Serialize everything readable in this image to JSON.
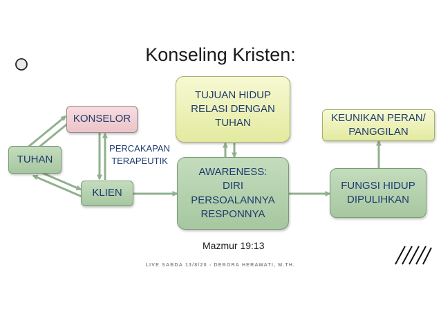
{
  "title": "Konseling Kristen:",
  "nodes": {
    "tuhan": "TUHAN",
    "konselor": "KONSELOR",
    "klien": "KLIEN",
    "tujuan": "TUJUAN HIDUP RELASI DENGAN TUHAN",
    "awareness": "AWARENESS: DIRI PERSOALANNYA RESPONNYA",
    "fungsi": "FUNGSI HIDUP DIPULIHKAN",
    "keunikan": "KEUNIKAN PERAN/ PANGGILAN"
  },
  "edge_label": "PERCAKAPAN TERAPEUTIK",
  "reference": "Mazmur 19:13",
  "footer": "LIVE SABDA 13/8/20 - DEBORA HERAWATI, M.TH.",
  "colors": {
    "node_green": "#b2d1ac",
    "node_yellow": "#eef2b8",
    "node_pink": "#f0ccd1",
    "arrow": "#8fb18c",
    "text": "#1f3a6e"
  }
}
